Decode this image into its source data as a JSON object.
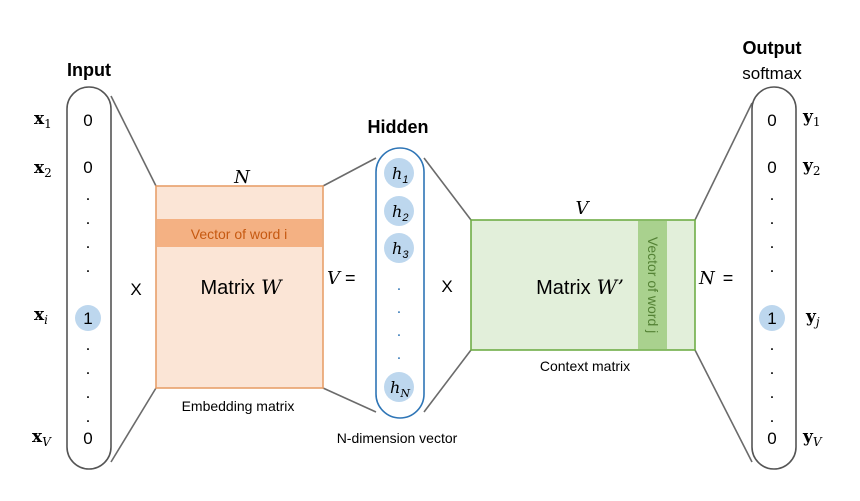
{
  "input": {
    "title": "Input",
    "cells": [
      "0",
      "0",
      ".",
      ".",
      ".",
      ".",
      "1",
      ".",
      ".",
      ".",
      ".",
      "0"
    ],
    "labels": {
      "x1": "x",
      "x1_sub": "1",
      "x2": "x",
      "x2_sub": "2",
      "xi": "x",
      "xi_sub": "i",
      "xv": "x",
      "xv_sub": "V"
    }
  },
  "op1": "X",
  "embedding": {
    "dim_label": "N",
    "row_label": "Vector of word i",
    "matrix_label": "Matrix",
    "matrix_symbol": "W",
    "caption": "Embedding matrix",
    "fill": "#fbe5d6",
    "band": "#f4b183",
    "border": "#e8a06a"
  },
  "v_equals": {
    "sym": "V",
    "eq": "="
  },
  "hidden": {
    "title": "Hidden",
    "nodes": [
      {
        "sym": "h",
        "sub": "1"
      },
      {
        "sym": "h",
        "sub": "2"
      },
      {
        "sym": "h",
        "sub": "3"
      },
      {
        "sym": "h",
        "sub": "N"
      }
    ],
    "dots": [
      ".",
      ".",
      ".",
      ".",
      "."
    ],
    "caption": "N-dimension vector",
    "accent": "#2e75b6"
  },
  "op2": "X",
  "context": {
    "dim_label": "V",
    "col_label": "Vector of word j",
    "matrix_label": "Matrix",
    "matrix_symbol": "W’",
    "caption": "Context matrix",
    "fill": "#e2efda",
    "band": "#a9d18e",
    "border": "#70ad47"
  },
  "n_equals": {
    "sym": "N",
    "eq": "="
  },
  "output": {
    "title": "Output",
    "subtitle": "softmax",
    "cells": [
      "0",
      "0",
      ".",
      ".",
      ".",
      ".",
      "1",
      ".",
      ".",
      ".",
      ".",
      "0"
    ],
    "labels": {
      "y1": "y",
      "y1_sub": "1",
      "y2": "y",
      "y2_sub": "2",
      "yj": "y",
      "yj_sub": "j",
      "yv": "y",
      "yv_sub": "V"
    }
  },
  "highlight": "#bdd7ee"
}
